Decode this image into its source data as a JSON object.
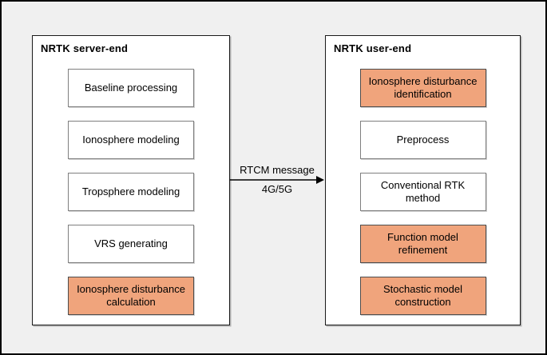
{
  "server": {
    "title": "NRTK server-end",
    "steps": [
      {
        "label": "Baseline processing",
        "highlight": false
      },
      {
        "label": "Ionosphere modeling",
        "highlight": false
      },
      {
        "label": "Tropsphere modeling",
        "highlight": false
      },
      {
        "label": "VRS generating",
        "highlight": false
      },
      {
        "label": "Ionosphere disturbance calculation",
        "highlight": true
      }
    ]
  },
  "user": {
    "title": "NRTK user-end",
    "steps": [
      {
        "label": "Ionosphere disturbance identification",
        "highlight": true
      },
      {
        "label": "Preprocess",
        "highlight": false
      },
      {
        "label": "Conventional RTK method",
        "highlight": false
      },
      {
        "label": "Function model refinement",
        "highlight": true
      },
      {
        "label": "Stochastic model construction",
        "highlight": true
      }
    ]
  },
  "arrow": {
    "label_top": "RTCM message",
    "label_bottom": "4G/5G"
  },
  "colors": {
    "highlight_fill": "#f0a47c",
    "background": "#f0f0f0",
    "panel_border": "#1a1a1a"
  }
}
